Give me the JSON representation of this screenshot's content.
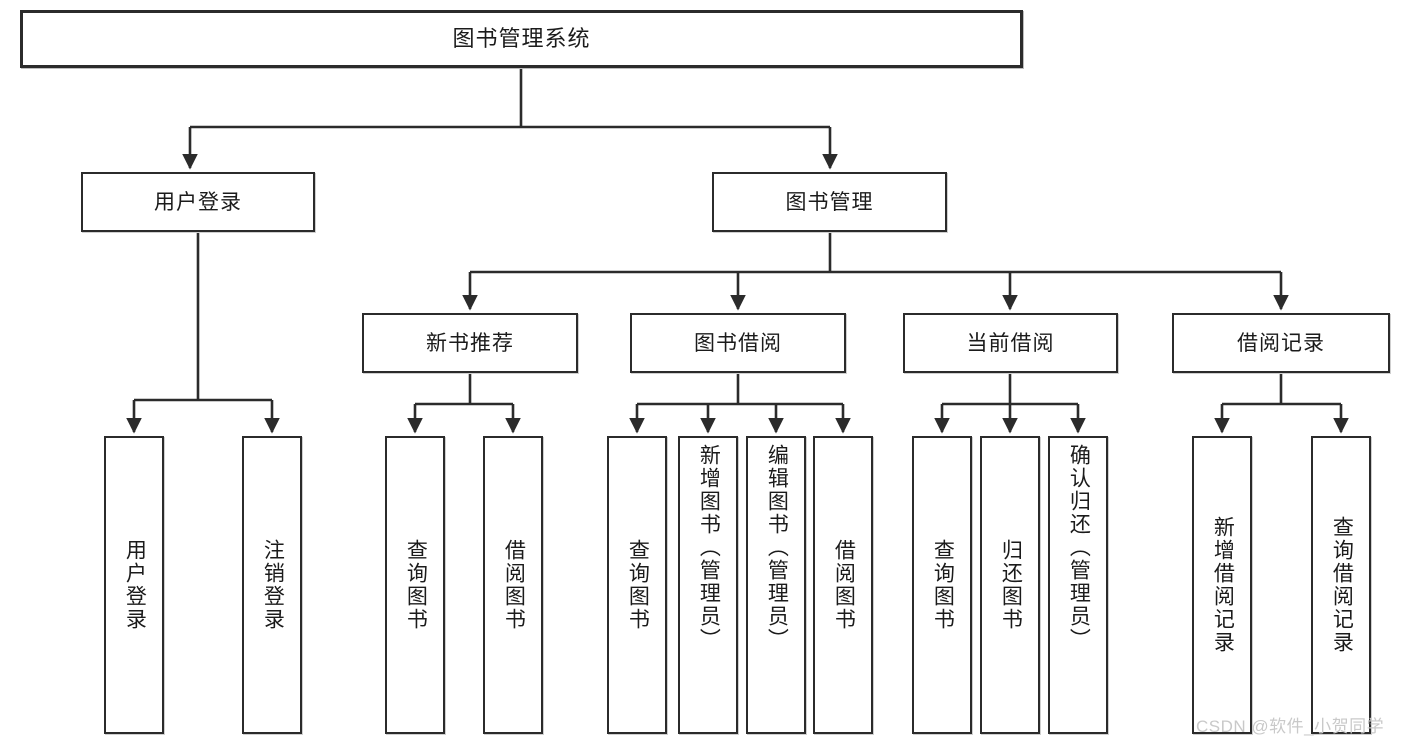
{
  "diagram": {
    "title": "图书管理系统",
    "type": "tree-hierarchy-diagram",
    "colors": {
      "box_border": "#2b2b2b",
      "box_fill": "#ffffff",
      "line": "#2b2b2b",
      "text": "#1b1b1b",
      "watermark": "#c9c9c9"
    },
    "root": {
      "label": "图书管理系统"
    },
    "level1": [
      {
        "label": "用户登录"
      },
      {
        "label": "图书管理"
      }
    ],
    "level2": [
      {
        "label": "新书推荐"
      },
      {
        "label": "图书借阅"
      },
      {
        "label": "当前借阅"
      },
      {
        "label": "借阅记录"
      }
    ],
    "leaves": {
      "user_login": [
        {
          "label": "用户登录"
        },
        {
          "label": "注销登录"
        }
      ],
      "new_book_recommend": [
        {
          "label": "查询图书"
        },
        {
          "label": "借阅图书"
        }
      ],
      "book_borrow": [
        {
          "label": "查询图书"
        },
        {
          "label": "新增图书（管理员）"
        },
        {
          "label": "编辑图书（管理员）"
        },
        {
          "label": "借阅图书"
        }
      ],
      "current_borrow": [
        {
          "label": "查询图书"
        },
        {
          "label": "归还图书"
        },
        {
          "label": "确认归还（管理员）"
        }
      ],
      "borrow_record": [
        {
          "label": "新增借阅记录"
        },
        {
          "label": "查询借阅记录"
        }
      ]
    }
  },
  "watermark": {
    "text": "CSDN @软件_小贺同学"
  }
}
